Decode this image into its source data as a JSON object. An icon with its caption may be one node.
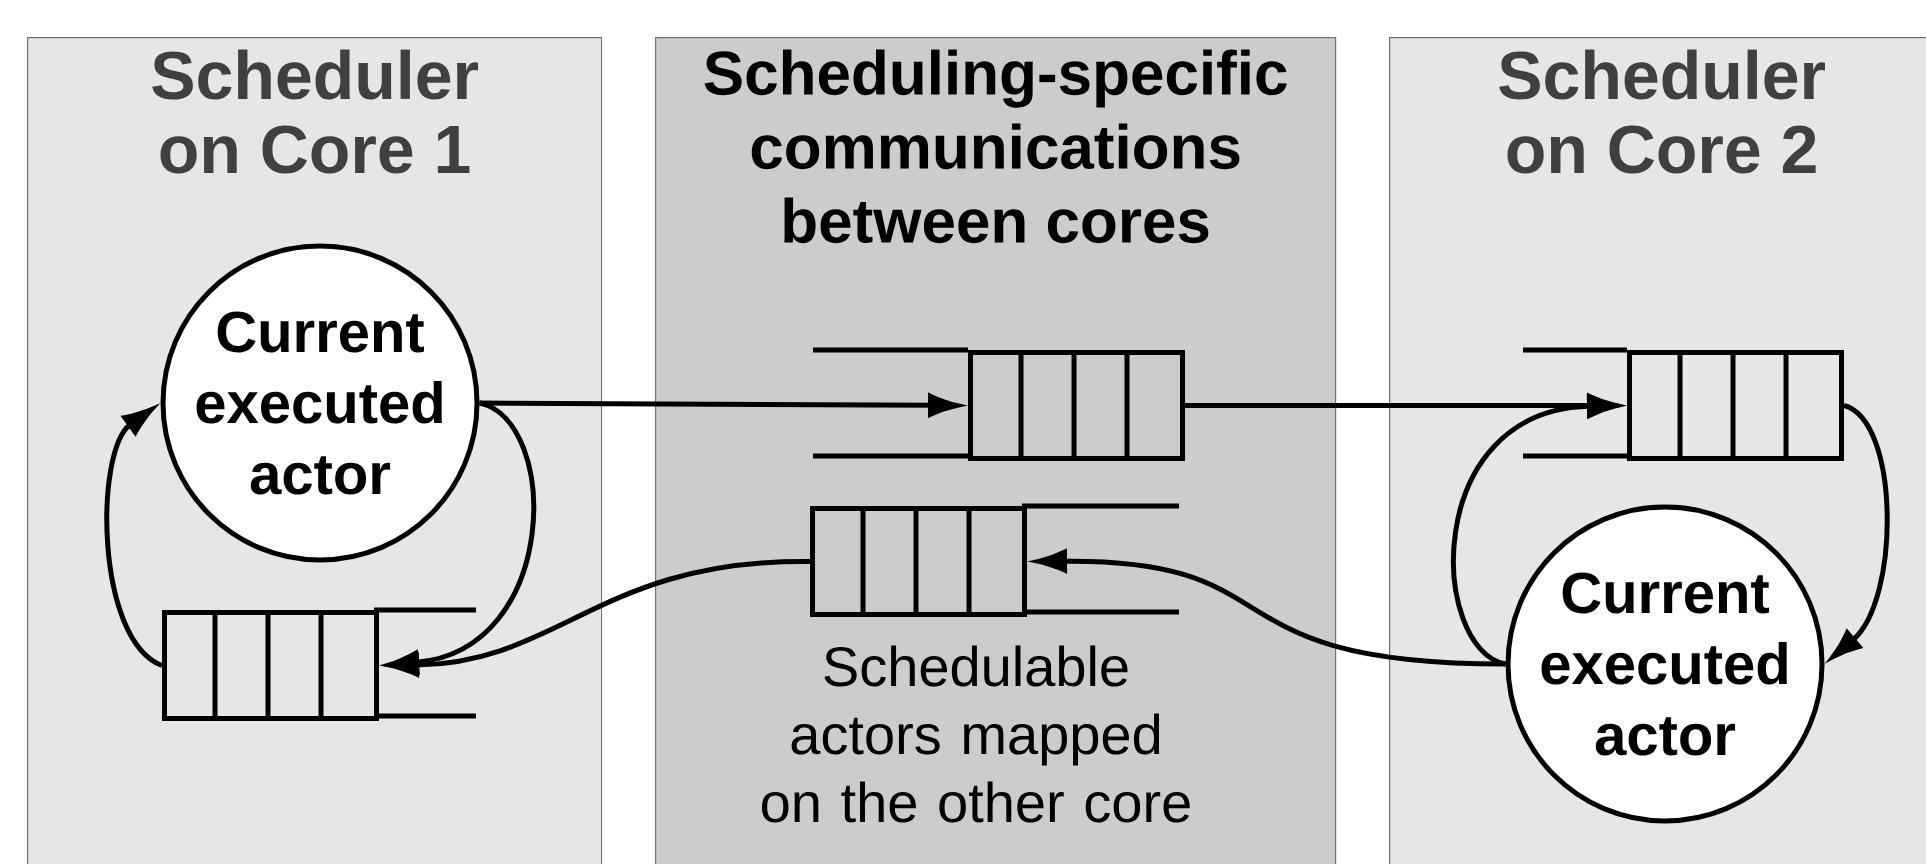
{
  "diagram": {
    "nodes": [
      {
        "text": [
          "Scheduler on Core 1"
        ]
      },
      {
        "text": [
          "Scheduling-specific communications between cores"
        ]
      },
      {
        "text": [
          "Scheduler on Core 2"
        ]
      },
      {
        "text": [
          "Current executed actor"
        ],
        "in": 0
      },
      {
        "text": [],
        "shape": "queue",
        "in": 0
      },
      {
        "text": [],
        "shape": "queue",
        "in": 1
      },
      {
        "text": [],
        "shape": "queue",
        "in": 1
      },
      {
        "text": [],
        "shape": "queue",
        "in": 2
      },
      {
        "text": [
          "Current executed actor"
        ],
        "in": 2
      }
    ],
    "edges": [
      {
        "from": 3,
        "to": 5,
        "arrow": "to"
      },
      {
        "from": 5,
        "to": 7,
        "arrow": "to"
      },
      {
        "from": 7,
        "to": 8,
        "arrow": "to"
      },
      {
        "from": 8,
        "to": 7,
        "arrow": "to"
      },
      {
        "from": 8,
        "to": 6,
        "arrow": "to"
      },
      {
        "from": 6,
        "to": 4,
        "arrow": "to"
      },
      {
        "from": 3,
        "to": 4,
        "arrow": "to"
      },
      {
        "from": 4,
        "to": 3,
        "arrow": "to"
      }
    ],
    "labels": [
      "Schedulable actors mapped on the other core"
    ]
  }
}
